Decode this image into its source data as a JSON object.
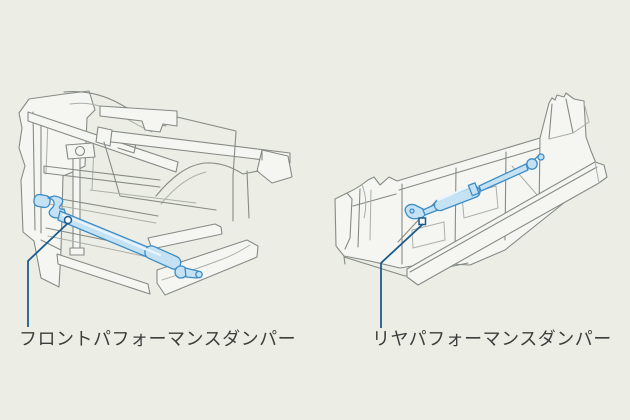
{
  "labels": {
    "front": "フロントパフォーマンスダンパー",
    "rear": "リヤパフォーマンスダンパー"
  },
  "parts": {
    "front_drawing": "front-chassis-structure-with-performance-damper",
    "rear_drawing": "rear-body-panel-with-performance-damper"
  },
  "colors": {
    "background": "#eceee6",
    "line": "#868b84",
    "line_light": "#aab0a8",
    "part_fill": "#f5f6f2",
    "damper_fill": "#c5e2f5",
    "damper_highlight": "#e9f4fb",
    "damper_stroke": "#3d8cc4",
    "leader": "#1d5b8f",
    "text": "#3d3d3b"
  }
}
